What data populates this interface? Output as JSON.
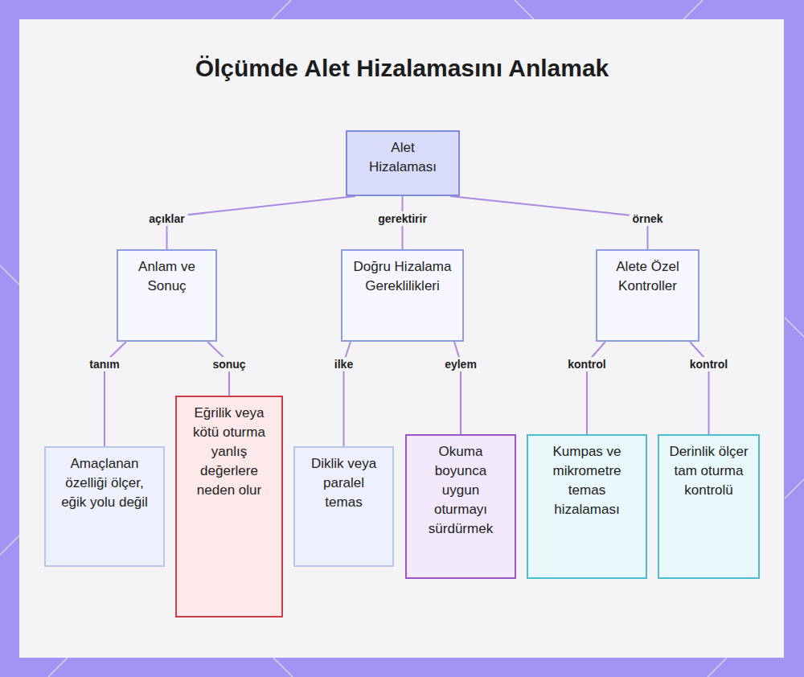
{
  "diagram": {
    "title": "Ölçümde Alet Hizalamasını Anlamak",
    "nodes": [
      {
        "text": [
          "Alet Hizalaması"
        ]
      },
      {
        "text": [
          "Anlam ve Sonuç"
        ]
      },
      {
        "text": [
          "Doğru Hizalama Gereklilikleri"
        ]
      },
      {
        "text": [
          "Alete Özel Kontroller"
        ]
      },
      {
        "text": [
          "Amaçlanan özelliği ölçer, eğik yolu değil"
        ]
      },
      {
        "text": [
          "Eğrilik veya kötü oturma yanlış değerlere neden olur"
        ]
      },
      {
        "text": [
          "Diklik veya paralel temas"
        ]
      },
      {
        "text": [
          "Okuma boyunca uygun oturmayı sürdürmek"
        ]
      },
      {
        "text": [
          "Kumpas ve mikrometre temas hizalaması"
        ]
      },
      {
        "text": [
          "Derinlik ölçer tam oturma kontrolü"
        ]
      }
    ],
    "edges": [
      {
        "from": 0,
        "to": 1,
        "arrow": "none",
        "label": "açıklar"
      },
      {
        "from": 0,
        "to": 2,
        "arrow": "none",
        "label": "gerektirir"
      },
      {
        "from": 0,
        "to": 3,
        "arrow": "none",
        "label": "örnek"
      },
      {
        "from": 1,
        "to": 4,
        "arrow": "none",
        "label": "tanım"
      },
      {
        "from": 1,
        "to": 5,
        "arrow": "none",
        "label": "sonuç"
      },
      {
        "from": 2,
        "to": 6,
        "arrow": "none",
        "label": "ilke"
      },
      {
        "from": 2,
        "to": 7,
        "arrow": "none",
        "label": "eylem"
      },
      {
        "from": 3,
        "to": 8,
        "arrow": "none",
        "label": "kontrol"
      },
      {
        "from": 3,
        "to": 9,
        "arrow": "none",
        "label": "kontrol"
      }
    ]
  }
}
